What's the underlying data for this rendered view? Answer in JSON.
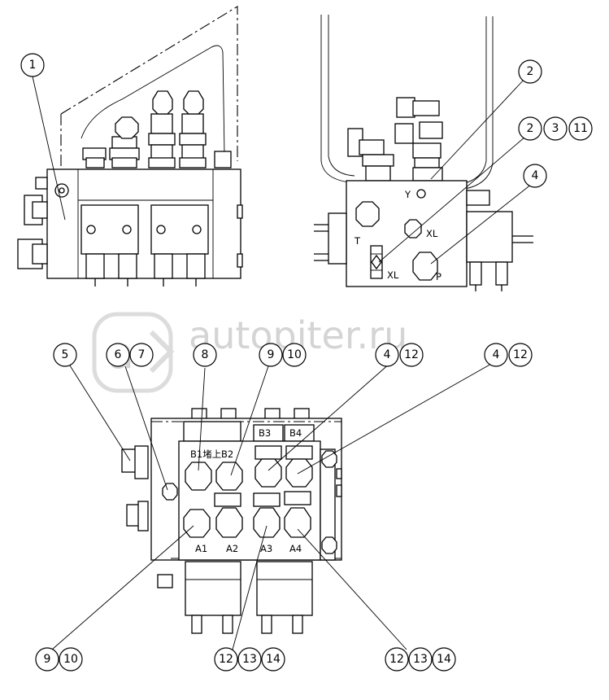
{
  "watermark": {
    "text": "autopiter.ru"
  },
  "ports": {
    "T": "T",
    "Y": "Y",
    "XL_top": "XL",
    "XL_side": "XL",
    "P": "P",
    "B1": "B1堵上",
    "B2": "B2",
    "B3": "B3",
    "B4": "B4",
    "A1": "A1",
    "A2": "A2",
    "A3": "A3",
    "A4": "A4"
  },
  "balloons": {
    "c1": "1",
    "c2": "2",
    "c2b": "2",
    "c3": "3",
    "c11": "11",
    "c4": "4",
    "c5": "5",
    "c6": "6",
    "c7": "7",
    "c8": "8",
    "c9": "9",
    "c10": "10",
    "c4b": "4",
    "c12b": "12",
    "c4c": "4",
    "c12c": "12",
    "c9b": "9",
    "c10b": "10",
    "c12d": "12",
    "c13d": "13",
    "c14d": "14",
    "c12e": "12",
    "c13e": "13",
    "c14e": "14"
  }
}
